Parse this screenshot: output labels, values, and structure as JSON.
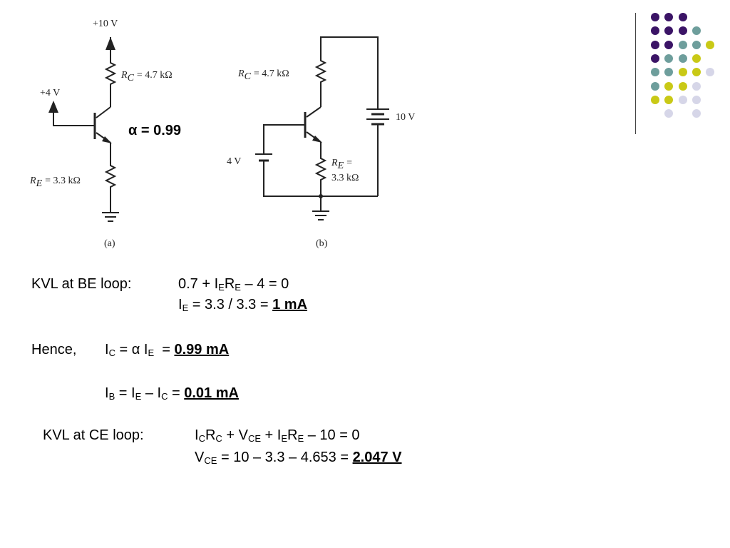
{
  "circuit_a": {
    "supply": "+10 V",
    "rc_label": "R",
    "rc_sub": "C",
    "rc_value": "= 4.7 kΩ",
    "base_voltage": "+4 V",
    "re_label": "R",
    "re_sub": "E",
    "re_value": "= 3.3 kΩ",
    "caption": "(a)"
  },
  "alpha": "α = 0.99",
  "circuit_b": {
    "rc_label": "R",
    "rc_sub": "C",
    "rc_value": "= 4.7 kΩ",
    "battery_ce": "10 V",
    "battery_be": "4 V",
    "re_label": "R",
    "re_sub": "E",
    "re_eq": "=",
    "re_value": "3.3 kΩ",
    "caption": "(b)"
  },
  "equations": {
    "kvl_be_label": "KVL at BE loop:",
    "eq1": [
      "0.7 + I",
      "E",
      "R",
      "E",
      " – 4 = 0"
    ],
    "eq2": [
      "I",
      "E",
      " = 3.3 / 3.3 = ",
      "1 mA"
    ],
    "hence_label": "Hence,",
    "eq3": [
      "I",
      "C",
      " = ",
      "α",
      " I",
      "E",
      "  = ",
      "0.99 mA"
    ],
    "eq4": [
      "I",
      "B",
      " = I",
      "E",
      " – I",
      "C",
      " = ",
      "0.01 mA"
    ],
    "kvl_ce_label": "KVL at CE loop:",
    "eq5": [
      "I",
      "C",
      "R",
      "C",
      " + V",
      "CE",
      " + I",
      "E",
      "R",
      "E",
      " – 10 = 0"
    ],
    "eq6": [
      "V",
      "CE",
      " = 10 – 3.3 – 4.653 = ",
      "2.047 V"
    ]
  },
  "decor": {
    "colors": {
      "purple": "#3b1466",
      "teal": "#6e9e9c",
      "yellow": "#c9c916",
      "lavender": "#d6d6e8"
    },
    "grid": [
      [
        "purple",
        "purple",
        "purple",
        "",
        ""
      ],
      [
        "purple",
        "purple",
        "purple",
        "teal",
        ""
      ],
      [
        "purple",
        "purple",
        "teal",
        "teal",
        "yellow"
      ],
      [
        "purple",
        "teal",
        "teal",
        "yellow",
        ""
      ],
      [
        "teal",
        "teal",
        "yellow",
        "yellow",
        "lavender"
      ],
      [
        "teal",
        "yellow",
        "yellow",
        "lavender",
        ""
      ],
      [
        "yellow",
        "yellow",
        "lavender",
        "lavender",
        ""
      ],
      [
        "",
        "lavender",
        "",
        "lavender",
        ""
      ]
    ]
  }
}
